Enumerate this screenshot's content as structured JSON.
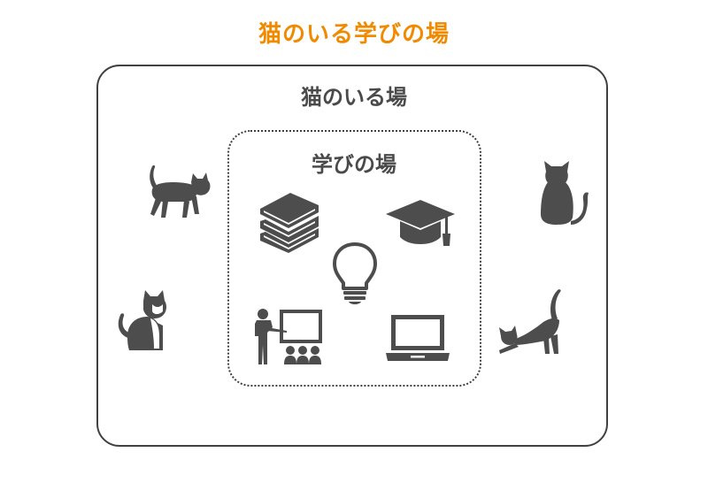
{
  "title": "猫のいる学びの場",
  "outer": {
    "label": "猫のいる場"
  },
  "inner": {
    "label": "学びの場"
  },
  "colors": {
    "title": "#f08a00",
    "icon": "#4d4d4d",
    "frame": "#404040",
    "label": "#4a4a4a"
  },
  "cat_icons": [
    "cat-walking-icon",
    "cat-sitting-icon",
    "cat-sitting-back-icon",
    "cat-stretching-icon"
  ],
  "learning_icons": [
    "books-icon",
    "graduation-cap-icon",
    "light-bulb-icon",
    "teacher-whiteboard-icon",
    "laptop-icon"
  ]
}
